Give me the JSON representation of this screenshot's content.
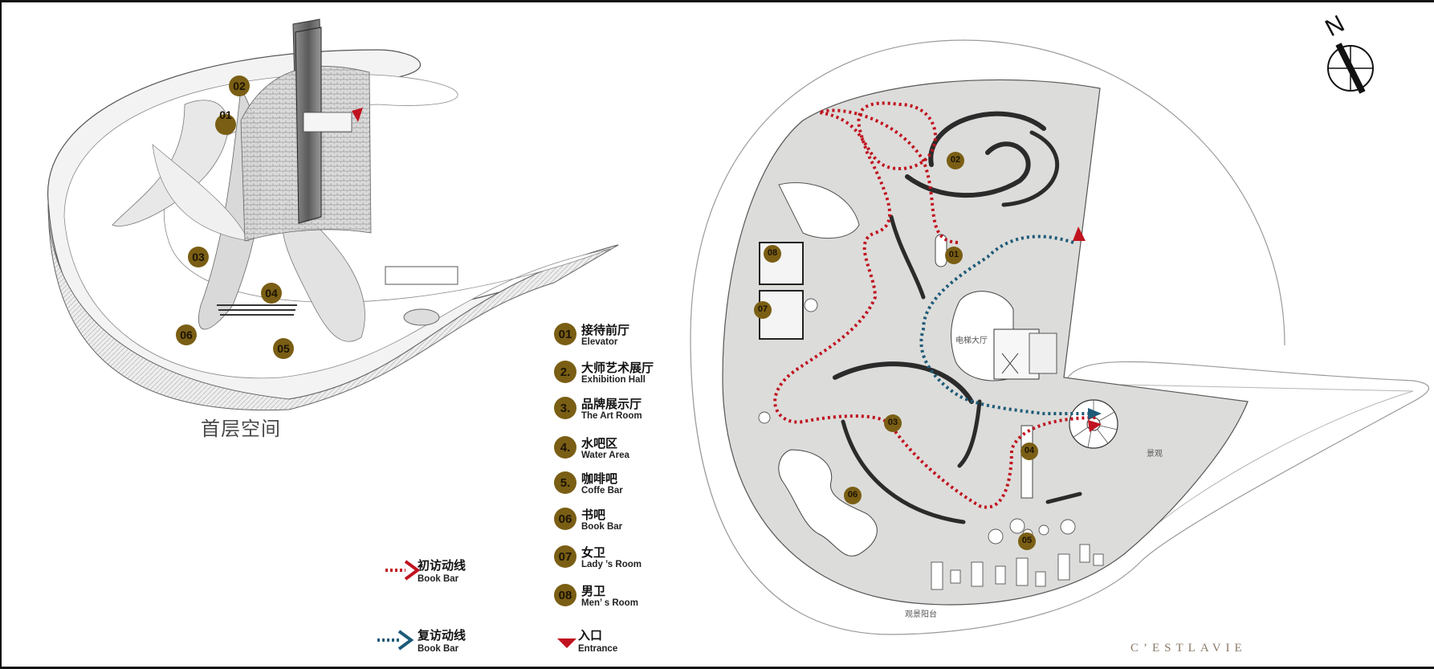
{
  "axo_title": "首层空间",
  "axo_markers": [
    "02",
    "01",
    "03",
    "04",
    "06",
    "05"
  ],
  "plan_markers": [
    "02",
    "01",
    "08",
    "07",
    "03",
    "04",
    "06",
    "05"
  ],
  "legend": [
    {
      "num": "01",
      "zh": "接待前厅",
      "en": "Elevator"
    },
    {
      "num": "2.",
      "zh": "大师艺术展厅",
      "en": "Exhibition Hall"
    },
    {
      "num": "3.",
      "zh": "品牌展示厅",
      "en": "The Art Room"
    },
    {
      "num": "4.",
      "zh": "水吧区",
      "en": "Water Area"
    },
    {
      "num": "5.",
      "zh": "咖啡吧",
      "en": "Coffe Bar"
    },
    {
      "num": "06",
      "zh": "书吧",
      "en": "Book Bar"
    },
    {
      "num": "07",
      "zh": "女卫",
      "en": "Lady ’s Room"
    },
    {
      "num": "08",
      "zh": "男卫",
      "en": "Men’ s Room"
    }
  ],
  "routes": {
    "first_visit": {
      "zh": "初访动线",
      "en": "Book Bar"
    },
    "return_visit": {
      "zh": "复访动线",
      "en": "Book Bar"
    },
    "entrance": {
      "zh": "入口",
      "en": "Entrance"
    }
  },
  "compass_label": "N",
  "brand": "C’ESTLAVIE",
  "plan_labels": {
    "lift_area": "电梯大厅",
    "outdoor": "景观",
    "terrace": "观景阳台"
  },
  "colors": {
    "marker": "#7a5e14",
    "first_route": "#c0131f",
    "return_route": "#1d5a78",
    "floor": "#dcdcda",
    "wall": "#2b2b2b",
    "entrance": "#c0131f"
  }
}
